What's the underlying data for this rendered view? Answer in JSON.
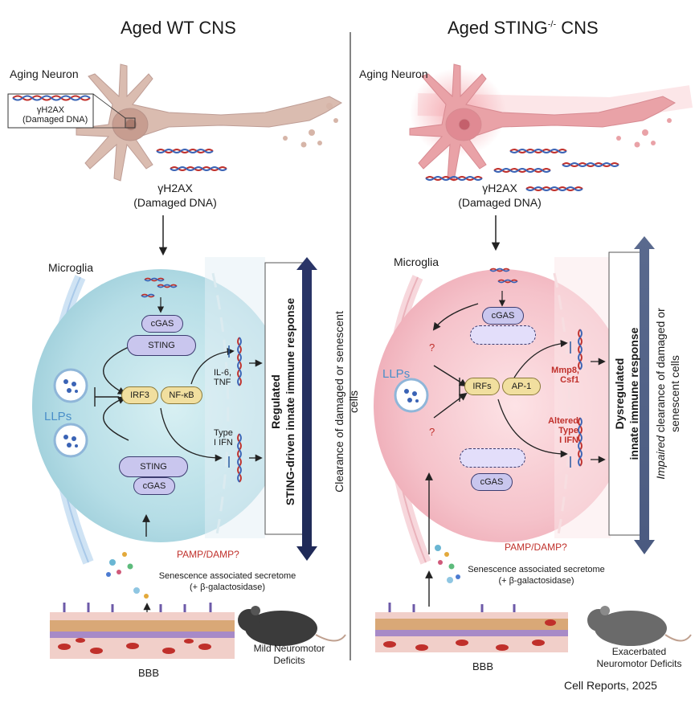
{
  "left": {
    "title": "Aged WT CNS",
    "neuron_label": "Aging Neuron",
    "inset_label_line1": "γH2AX",
    "inset_label_line2": "(Damaged DNA)",
    "dna_label_line1": "γH2AX",
    "dna_label_line2": "(Damaged DNA)",
    "microglia_label": "Microglia",
    "cgas_top": "cGAS",
    "sting_top": "STING",
    "irf3": "IRF3",
    "nfkb": "NF-κB",
    "sting_bottom": "STING",
    "cgas_bottom": "cGAS",
    "llps": "LLPs",
    "output_1_line1": "IL-6,",
    "output_1_line2": "TNF",
    "output_2_line1": "Type",
    "output_2_line2": "I IFN",
    "box_text_line1": "Regulated",
    "box_text_line2": "STING-driven innate immune response",
    "clearance_line1": "Clearance of damaged or senescent",
    "clearance_line2": "cells",
    "pamp": "PAMP/DAMP?",
    "secretome_line1": "Senescence associated secretome",
    "secretome_line2": "(+ β-galactosidase)",
    "bbb": "BBB",
    "deficit_line1": "Mild Neuromotor",
    "deficit_line2": "Deficits"
  },
  "right": {
    "title_main": "Aged STING",
    "title_sup": "-/-",
    "title_tail": " CNS",
    "neuron_label": "Aging Neuron",
    "dna_label_line1": "γH2AX",
    "dna_label_line2": "(Damaged DNA)",
    "microglia_label": "Microglia",
    "cgas_top": "cGAS",
    "irfs": "IRFs",
    "ap1": "AP-1",
    "cgas_bottom": "cGAS",
    "llps": "LLPs",
    "question_1": "?",
    "question_2": "?",
    "output_1_line1": "Mmp8,",
    "output_1_line2": "Csf1",
    "output_2_line1": "Altered",
    "output_2_line2": "Type",
    "output_2_line3": "I IFN",
    "box_text_line1": "Dysregulated",
    "box_text_line2": "innate immune response",
    "clearance_italic": "Impaired",
    "clearance_line1_rest": " clearance of damaged or",
    "clearance_line2": "senescent cells",
    "pamp": "PAMP/DAMP?",
    "secretome_line1": "Senescence associated secretome",
    "secretome_line2": "(+ β-galactosidase)",
    "bbb": "BBB",
    "deficit_line1": "Exacerbated",
    "deficit_line2": "Neuromotor Deficits"
  },
  "citation": "Cell Reports, 2025",
  "colors": {
    "dna_red": "#c0302b",
    "dna_blue": "#3a63b5",
    "arrow_navy": "#2c3a6b",
    "wt_cell": "#bfe3ea",
    "ko_cell": "#f6c8cf",
    "label_red": "#c0302b",
    "llps_blue": "#4a8fc9"
  }
}
